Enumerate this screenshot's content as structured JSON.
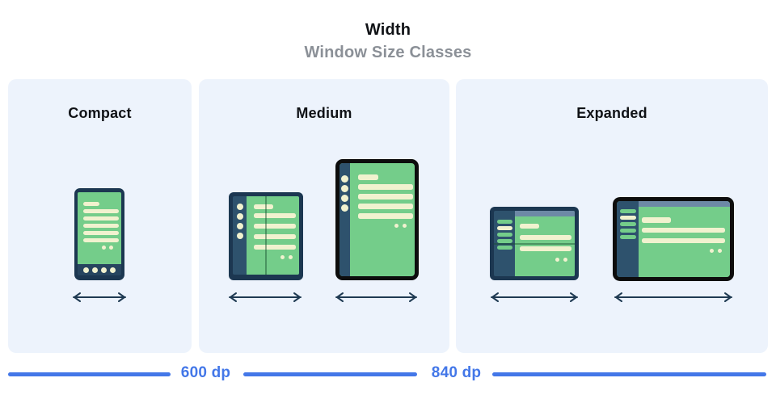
{
  "header": {
    "title": "Width",
    "subtitle": "Window Size Classes"
  },
  "panels": [
    {
      "label": "Compact",
      "devices": [
        "phone"
      ]
    },
    {
      "label": "Medium",
      "devices": [
        "foldable-portrait",
        "tablet-portrait"
      ]
    },
    {
      "label": "Expanded",
      "devices": [
        "foldable-landscape",
        "desktop-display"
      ]
    }
  ],
  "thresholds": [
    {
      "label": "600 dp"
    },
    {
      "label": "840 dp"
    }
  ],
  "palette": {
    "background": "#ffffff",
    "panel_background": "#edf3fc",
    "device_frame_navy": "#1c3751",
    "device_rail_navy": "#2e526d",
    "device_frame_black": "#0d0d0d",
    "screen_green": "#74cd8a",
    "content_cream": "#f1f2cf",
    "appbar_slate": "#6d89a6",
    "threshold_blue": "#4377e8",
    "title_black": "#101216",
    "subtitle_gray": "#8b9097"
  }
}
